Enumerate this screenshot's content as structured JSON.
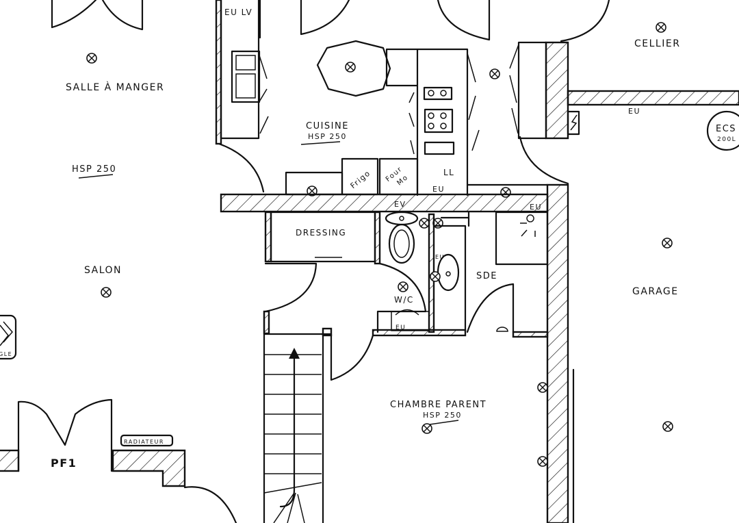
{
  "rooms": {
    "salle_a_manger": "SALLE À MANGER",
    "salle_hsp": "HSP 250",
    "salon": "SALON",
    "cuisine": "CUISINE",
    "cuisine_hsp": "HSP 250",
    "cellier": "CELLIER",
    "dressing": "DRESSING",
    "wc": "W/C",
    "sde": "SDE",
    "garage": "GARAGE",
    "chambre": "CHAMBRE PARENT",
    "chambre_hsp": "HSP 250"
  },
  "fixtures": {
    "eu_lv": "EU LV",
    "frigo": "Frigo",
    "four": "Four",
    "four_mo": "Mo",
    "ll": "LL",
    "eu_kitchen": "EU",
    "ev_wall": "EV",
    "eu_wall": "EU",
    "eu_cellier": "EU",
    "ecs": "ECS",
    "ecs_cap": "200L",
    "radiateur": "RADIATEUR",
    "poele_partial": "GLE",
    "pf1": "PF1",
    "eu_sink": "EU",
    "eu_wc": "EU"
  }
}
